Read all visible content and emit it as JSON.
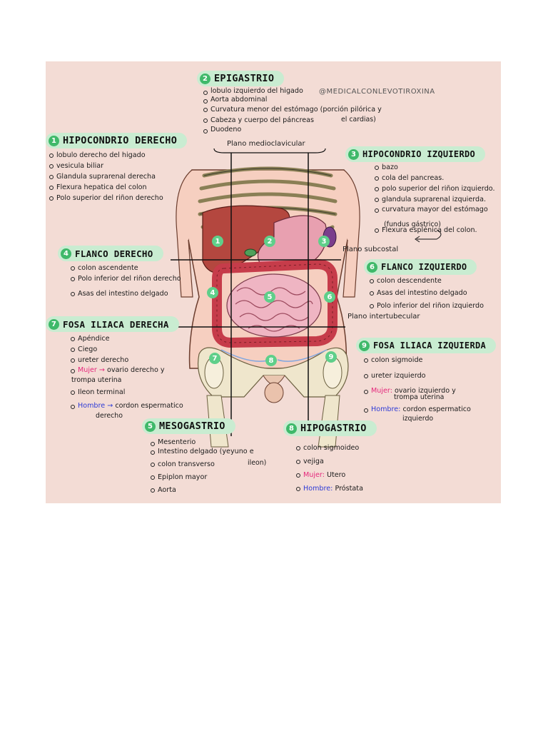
{
  "watermark": "@MEDICALCONLEVOTIROXINA",
  "planes": {
    "medioclavicular": "Plano medioclavicular",
    "subcostal": "Plano subcostal",
    "intertubercular": "Plano intertubecular"
  },
  "markers": [
    "1",
    "2",
    "3",
    "4",
    "5",
    "6",
    "7",
    "8",
    "9"
  ],
  "regions": {
    "r1": {
      "num": "1",
      "title": "HIPOCONDRIO DERECHO",
      "items": [
        "lobulo derecho del higado",
        "vesicula biliar",
        "Glandula suprarenal derecha",
        "Flexura hepatica del colon",
        "Polo superior del riñon derecho"
      ]
    },
    "r2": {
      "num": "2",
      "title": "EPIGASTRIO",
      "items": [
        "lobulo izquierdo del higado",
        "Aorta abdominal",
        "Curvatura menor del estómago (porción pilórica y",
        "Cabeza y cuerpo del páncreas",
        "Duodeno"
      ],
      "note": "el cardias)"
    },
    "r3": {
      "num": "3",
      "title": "HIPOCONDRIO IZQUIERDO",
      "items": [
        "bazo",
        "cola del pancreas.",
        "polo superior del riñon izquierdo.",
        "glandula suprarenal izquierda.",
        "curvatura mayor del estómago",
        "Flexura esplénica del colon."
      ],
      "note": "(fundus gástrico)"
    },
    "r4": {
      "num": "4",
      "title": "FLANCO DERECHO",
      "items": [
        "colon ascendente",
        "Polo inferior del riñon derecho",
        "Asas del intestino delgado"
      ]
    },
    "r5": {
      "num": "5",
      "title": "MESOGASTRIO",
      "items": [
        "Mesenterio",
        "Intestino delgado (yeyuno e",
        "colon transverso",
        "Epiplon mayor",
        "Aorta"
      ],
      "note": "ileon)"
    },
    "r6": {
      "num": "6",
      "title": "FLANCO IZQUIERDO",
      "items": [
        "colon descendente",
        "Asas del intestino delgado",
        "Polo inferior del riñon izquierdo"
      ]
    },
    "r7": {
      "num": "7",
      "title": "FOSA ILIACA DERECHA",
      "items": [
        "Apéndice",
        "Ciego",
        "ureter derecho",
        "ovario derecho y",
        "Ileon terminal",
        "cordon espermatico"
      ],
      "mujer": "Mujer →",
      "mujer_cont": "trompa uterina",
      "hombre": "Hombre →",
      "hombre_cont": "derecho"
    },
    "r8": {
      "num": "8",
      "title": "HIPOGASTRIO",
      "items": [
        "colon sigmoideo",
        "vejiga",
        "Utero",
        "Próstata"
      ],
      "mujer": "Mujer:",
      "hombre": "Hombre:"
    },
    "r9": {
      "num": "9",
      "title": "FOSA ILIACA IZQUIERDA",
      "items": [
        "colon sigmoide",
        "ureter izquierdo",
        "ovario izquierdo y",
        "cordon espermatico"
      ],
      "mujer": "Mujer:",
      "mujer_cont": "trompa uterina",
      "hombre": "Hombre:",
      "hombre_cont": "izquierdo"
    }
  }
}
